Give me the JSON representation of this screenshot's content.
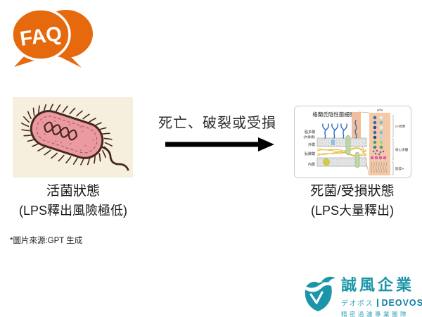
{
  "faq_badge": {
    "label": "FAQ",
    "color": "#E6690D"
  },
  "transition": {
    "label": "死亡、破裂或受損"
  },
  "left_figure": {
    "caption": "活菌狀態",
    "subcaption": "(LPS釋出風險極低)"
  },
  "right_figure": {
    "caption": "死菌/受損狀態",
    "subcaption": "(LPS大量釋出)"
  },
  "cellwall_diagram": {
    "title": "格蘭氏陰性菌細胞壁",
    "label_lps_line1": "脂多醣",
    "label_lps_line2": "(內毒素)",
    "label_outer_membrane": "外膜",
    "label_peptidoglycan": "肽聚醣",
    "label_inner_membrane": "內膜",
    "label_lps_top": "LPS",
    "label_o_antigen": "O-抗原",
    "label_core_polysaccharide": "核心多醣",
    "label_lipid_a": "脂質A"
  },
  "source_note": {
    "text": "*圖片來源:GPT 生成"
  },
  "logo": {
    "company": "誠風企業",
    "brand_jp": "デオボス",
    "brand_en": "DEOVOS",
    "tagline": "精密過濾專業團隊",
    "color": "#1B95A9"
  }
}
